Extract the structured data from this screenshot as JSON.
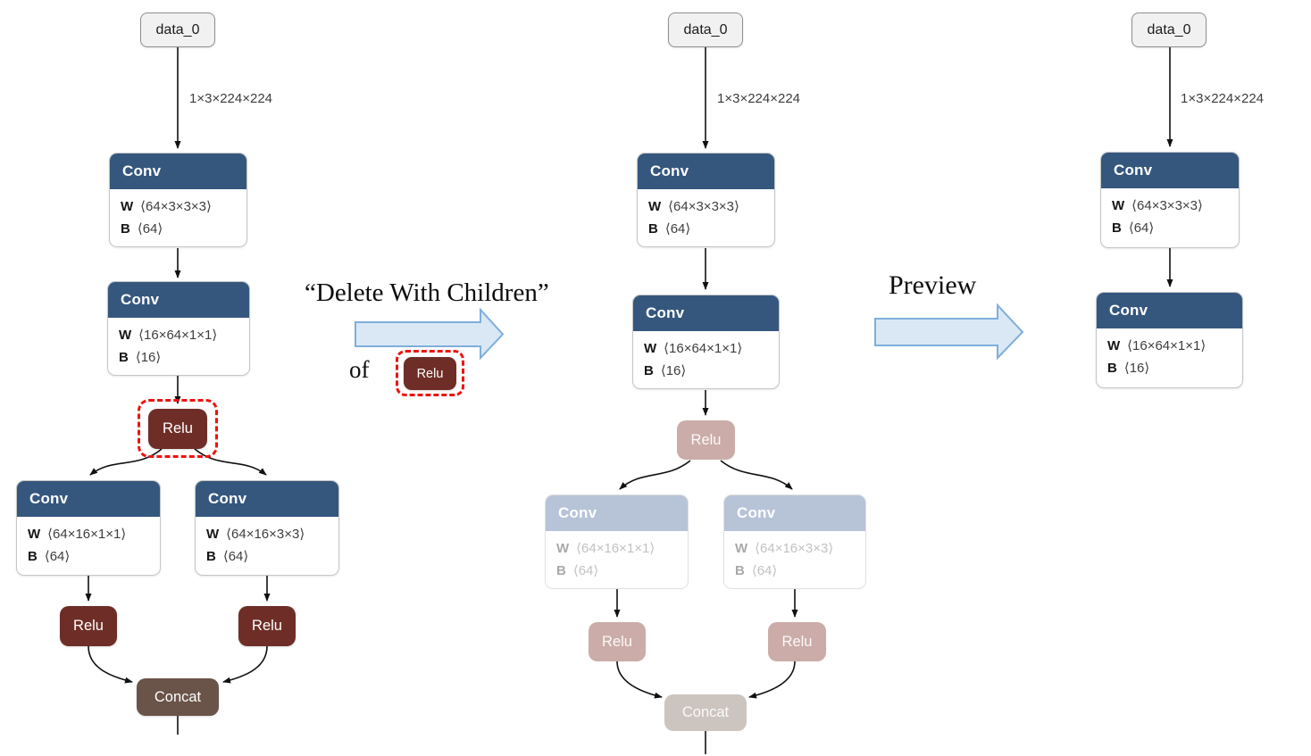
{
  "figure": {
    "action_label": "“Delete With Children”",
    "of_label": "of",
    "action_target": "Relu",
    "preview_label": "Preview"
  },
  "left_graph": {
    "input": "data_0",
    "edge_label": "1×3×224×224",
    "conv1": {
      "op": "Conv",
      "w_key": "W",
      "w_val": "⟨64×3×3×3⟩",
      "b_key": "B",
      "b_val": "⟨64⟩"
    },
    "conv2": {
      "op": "Conv",
      "w_key": "W",
      "w_val": "⟨16×64×1×1⟩",
      "b_key": "B",
      "b_val": "⟨16⟩"
    },
    "relu": "Relu",
    "conv3": {
      "op": "Conv",
      "w_key": "W",
      "w_val": "⟨64×16×1×1⟩",
      "b_key": "B",
      "b_val": "⟨64⟩"
    },
    "conv4": {
      "op": "Conv",
      "w_key": "W",
      "w_val": "⟨64×16×3×3⟩",
      "b_key": "B",
      "b_val": "⟨64⟩"
    },
    "relu_left": "Relu",
    "relu_right": "Relu",
    "concat": "Concat"
  },
  "middle_graph": {
    "input": "data_0",
    "edge_label": "1×3×224×224",
    "conv1": {
      "op": "Conv",
      "w_key": "W",
      "w_val": "⟨64×3×3×3⟩",
      "b_key": "B",
      "b_val": "⟨64⟩"
    },
    "conv2": {
      "op": "Conv",
      "w_key": "W",
      "w_val": "⟨16×64×1×1⟩",
      "b_key": "B",
      "b_val": "⟨16⟩"
    },
    "relu": "Relu",
    "conv3": {
      "op": "Conv",
      "w_key": "W",
      "w_val": "⟨64×16×1×1⟩",
      "b_key": "B",
      "b_val": "⟨64⟩"
    },
    "conv4": {
      "op": "Conv",
      "w_key": "W",
      "w_val": "⟨64×16×3×3⟩",
      "b_key": "B",
      "b_val": "⟨64⟩"
    },
    "relu_left": "Relu",
    "relu_right": "Relu",
    "concat": "Concat"
  },
  "right_graph": {
    "input": "data_0",
    "edge_label": "1×3×224×224",
    "conv1": {
      "op": "Conv",
      "w_key": "W",
      "w_val": "⟨64×3×3×3⟩",
      "b_key": "B",
      "b_val": "⟨64⟩"
    },
    "conv2": {
      "op": "Conv",
      "w_key": "W",
      "w_val": "⟨16×64×1×1⟩",
      "b_key": "B",
      "b_val": "⟨16⟩"
    }
  },
  "colors": {
    "conv_header": "#35577E",
    "relu": "#6E2E27",
    "concat": "#6A5348",
    "faded_conv_header": "#B7C3D7",
    "faded_relu": "#CBACA8",
    "faded_concat": "#CBC4BF",
    "highlight_dash": "#EC130E",
    "arrow_fill": "#DAE8F5",
    "arrow_stroke": "#7EAEDB"
  }
}
